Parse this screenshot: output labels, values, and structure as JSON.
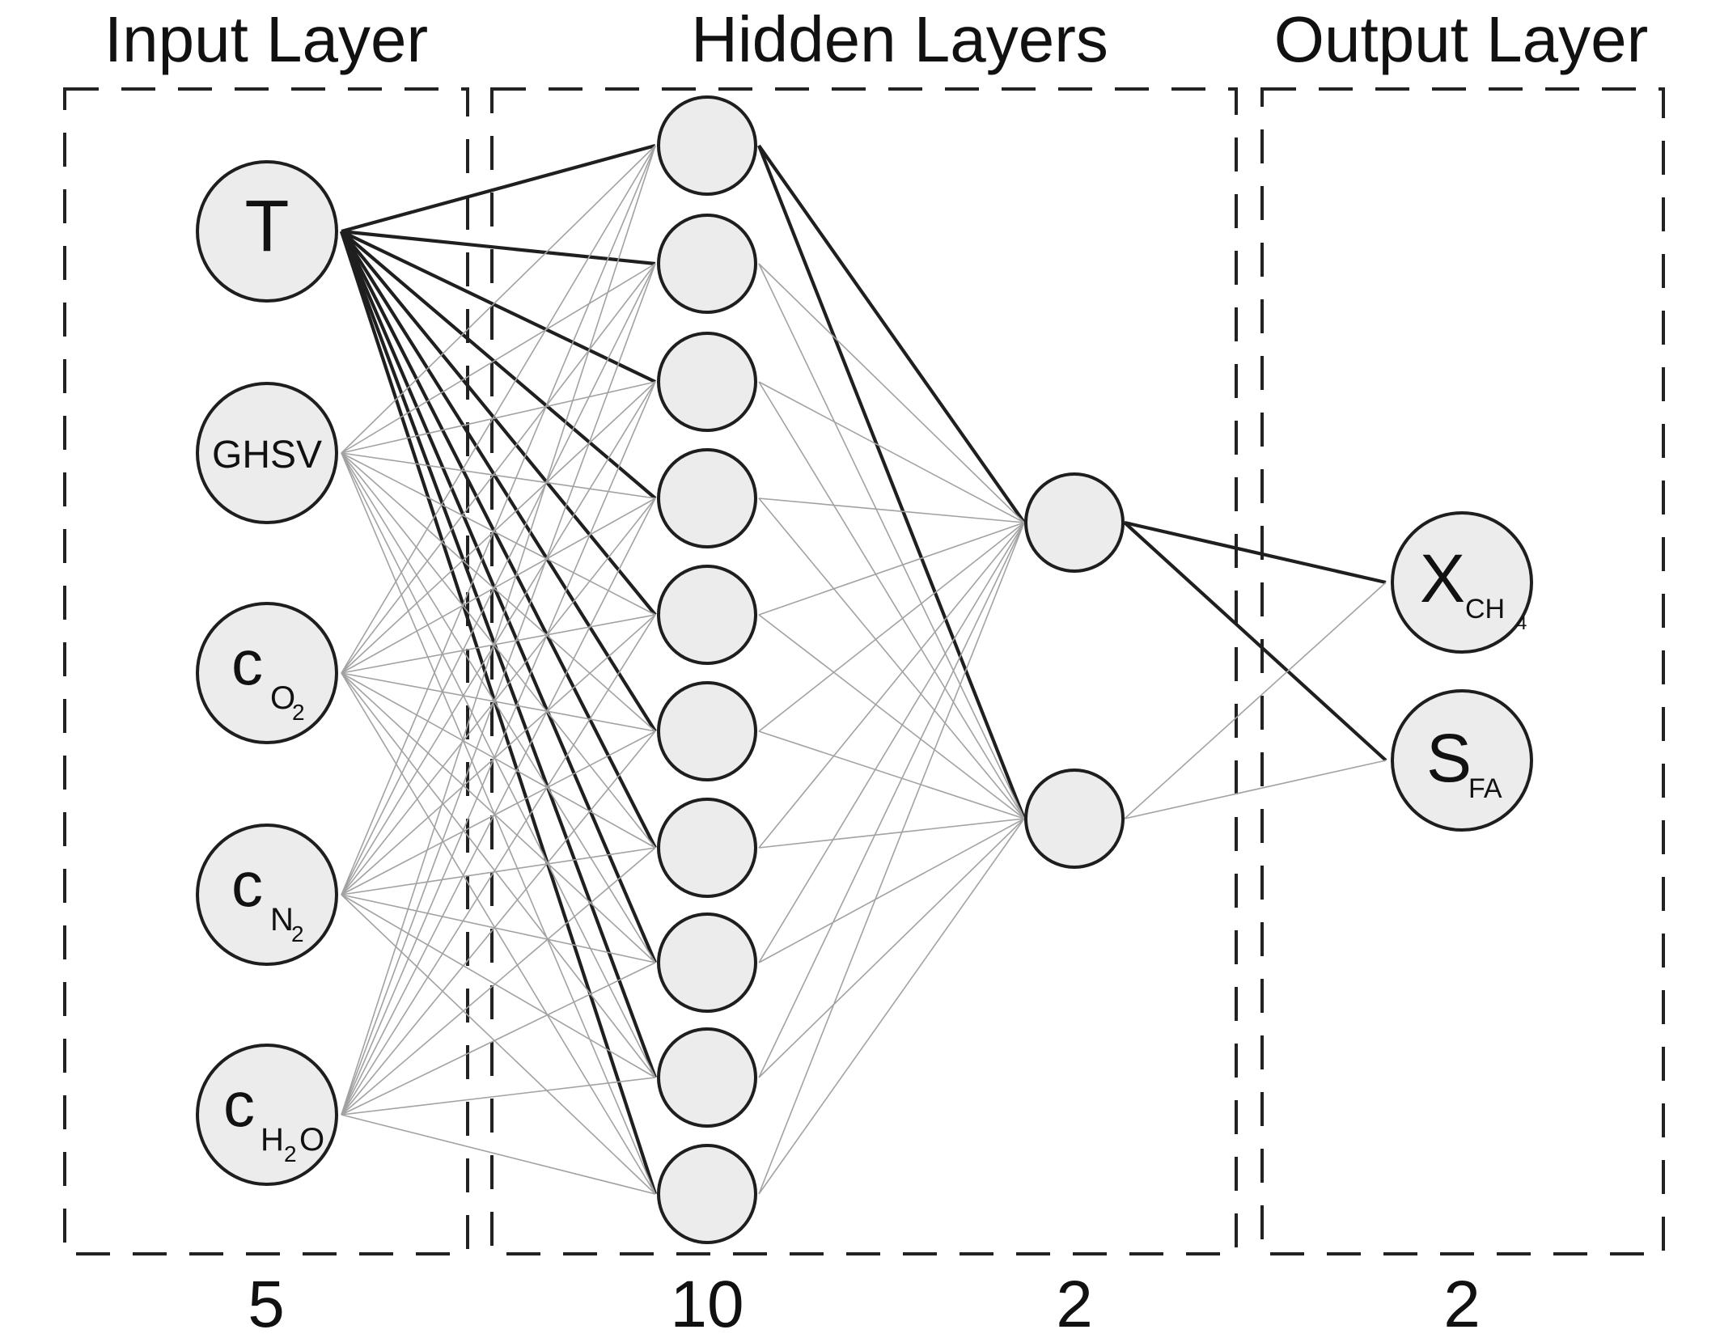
{
  "titles": {
    "input": "Input Layer",
    "hidden": "Hidden Layers",
    "output": "Output Layer"
  },
  "counts": {
    "input": "5",
    "hidden_1": "10",
    "hidden_2": "2",
    "output": "2"
  },
  "layers": {
    "input_nodes": [
      {
        "main": "T",
        "sub": "",
        "sub2": "",
        "sub3": ""
      },
      {
        "main": "GHSV",
        "sub": "",
        "sub2": "",
        "sub3": ""
      },
      {
        "main": "c",
        "sub": "O",
        "sub2": "2",
        "sub3": ""
      },
      {
        "main": "c",
        "sub": "N",
        "sub2": "2",
        "sub3": ""
      },
      {
        "main": "c",
        "sub": "H",
        "sub2": "2",
        "sub3": "O"
      }
    ],
    "hidden_1_nodes": 10,
    "hidden_2_nodes": 2,
    "output_nodes": [
      {
        "main": "X",
        "sub": "CH",
        "sub2": "4",
        "sub3": ""
      },
      {
        "main": "S",
        "sub": "FA",
        "sub2": "",
        "sub3": ""
      }
    ]
  },
  "colors": {
    "node_fill": "#ececec",
    "node_stroke": "#1e1e1e",
    "strong_edge": "#1f1f1f",
    "weak_edge": "#a2a2a2",
    "box_stroke": "#222222"
  }
}
